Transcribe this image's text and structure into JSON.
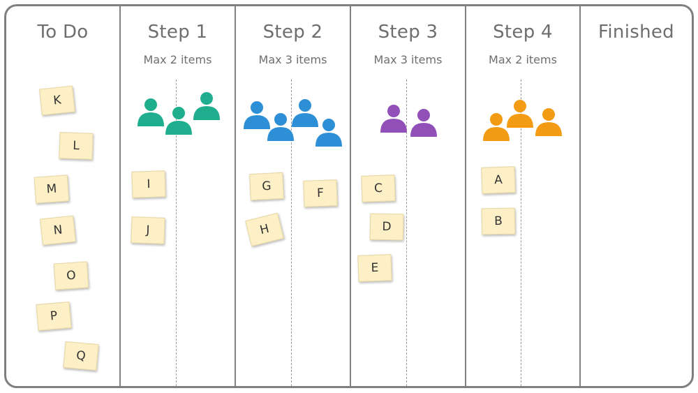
{
  "colors": {
    "teal": "#1fae8e",
    "blue": "#2d8fd5",
    "purple": "#9150b8",
    "orange": "#f39b13",
    "card": "#fdf0c6",
    "border": "#7f7f7f"
  },
  "columns": [
    {
      "title": "To Do",
      "subtitle": ""
    },
    {
      "title": "Step 1",
      "subtitle": "Max 2 items"
    },
    {
      "title": "Step 2",
      "subtitle": "Max 3 items"
    },
    {
      "title": "Step 3",
      "subtitle": "Max 3 items"
    },
    {
      "title": "Step 4",
      "subtitle": "Max 2 items"
    },
    {
      "title": "Finished",
      "subtitle": ""
    }
  ],
  "cards": {
    "todo": [
      "K",
      "L",
      "M",
      "N",
      "O",
      "P",
      "Q"
    ],
    "step1": [
      "I",
      "J"
    ],
    "step2": [
      "G",
      "F",
      "H"
    ],
    "step3": [
      "C",
      "D",
      "E"
    ],
    "step4": [
      "A",
      "B"
    ]
  },
  "workers": {
    "step1": {
      "count": 3,
      "color": "teal-icon"
    },
    "step2": {
      "count": 4,
      "color": "blue-icon"
    },
    "step3": {
      "count": 2,
      "color": "purple-icon"
    },
    "step4": {
      "count": 3,
      "color": "orange-icon"
    }
  }
}
